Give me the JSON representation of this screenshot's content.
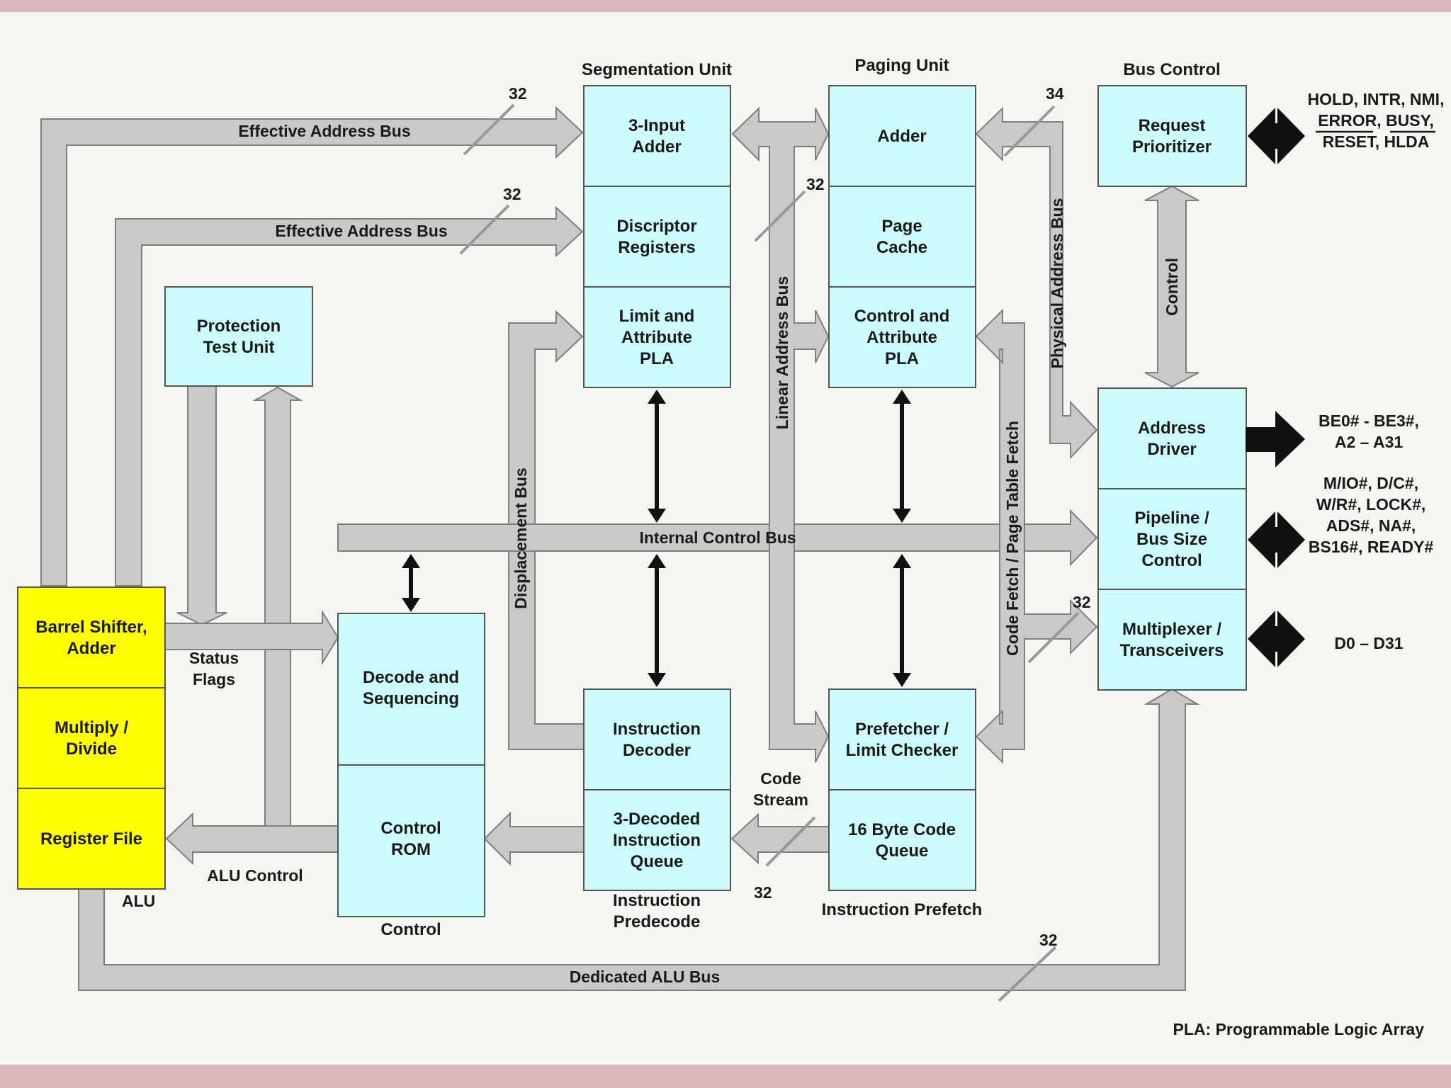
{
  "units": {
    "segmentation": "Segmentation Unit",
    "paging": "Paging Unit",
    "bus_control": "Bus Control",
    "instruction_predecode": [
      "Instruction",
      "Predecode"
    ],
    "instruction_prefetch": "Instruction Prefetch",
    "control": "Control",
    "alu": "ALU"
  },
  "blocks": {
    "three_input_adder": [
      "3-Input",
      "Adder"
    ],
    "descriptor_registers": [
      "Discriptor",
      "Registers"
    ],
    "seg_limit_pla": [
      "Limit and",
      "Attribute",
      "PLA"
    ],
    "paging_adder": [
      "Adder"
    ],
    "page_cache": [
      "Page",
      "Cache"
    ],
    "paging_control_pla": [
      "Control and",
      "Attribute",
      "PLA"
    ],
    "request_prioritizer": [
      "Request",
      "Prioritizer"
    ],
    "address_driver": [
      "Address",
      "Driver"
    ],
    "pipeline_bus_size": [
      "Pipeline /",
      "Bus Size",
      "Control"
    ],
    "multiplexer": [
      "Multiplexer /",
      "Transceivers"
    ],
    "protection_test_unit": [
      "Protection",
      "Test Unit"
    ],
    "barrel_shifter": [
      "Barrel Shifter,",
      "Adder"
    ],
    "multiply_divide": [
      "Multiply /",
      "Divide"
    ],
    "register_file": [
      "Register File"
    ],
    "decode_sequencing": [
      "Decode and",
      "Sequencing"
    ],
    "control_rom": [
      "Control",
      "ROM"
    ],
    "instruction_decoder": [
      "Instruction",
      "Decoder"
    ],
    "decoded_queue": [
      "3-Decoded",
      "Instruction",
      "Queue"
    ],
    "prefetcher": [
      "Prefetcher /",
      "Limit Checker"
    ],
    "code_queue": [
      "16 Byte Code",
      "Queue"
    ]
  },
  "buses": {
    "effective_address_1": "Effective Address Bus",
    "effective_address_2": "Effective Address Bus",
    "internal_control": "Internal Control Bus",
    "dedicated_alu": "Dedicated ALU Bus",
    "linear_address": "Linear Address Bus",
    "physical_address": "Physical Address Bus",
    "displacement": "Displacement Bus",
    "code_fetch": "Code Fetch / Page Table Fetch",
    "control_vertical": "Control",
    "status_flags": [
      "Status",
      "Flags"
    ],
    "alu_control": "ALU Control",
    "code_stream": [
      "Code",
      "Stream"
    ]
  },
  "bus_widths": {
    "eab1": "32",
    "eab2": "32",
    "linear": "32",
    "physical": "34",
    "mux": "32",
    "queue": "32",
    "dedicated": "32"
  },
  "signals": {
    "request": [
      "HOLD, INTR, NMI,",
      "ERROR, BUSY,",
      "RESET, HLDA"
    ],
    "address": [
      "BE0# - BE3#,",
      "A2 – A31"
    ],
    "pipeline": [
      "M/IO#, D/C#,",
      "W/R#, LOCK#,",
      "ADS#, NA#,",
      "BS16#, READY#"
    ],
    "data": [
      "D0 – D31"
    ]
  },
  "footnote": "PLA: Programmable Logic Array",
  "colors": {
    "block_fill": "#ccfcfb",
    "alu_fill": "#ffff00",
    "bus_fill": "#c9c9c9",
    "background": "#f5f6f1",
    "border_pink": "#d9b8bb"
  }
}
